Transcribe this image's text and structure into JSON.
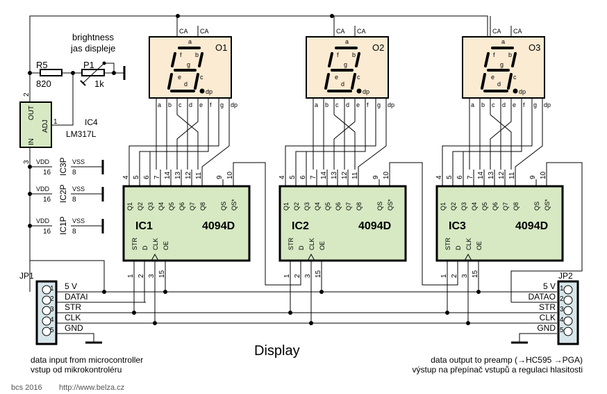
{
  "title": "Display",
  "colors": {
    "ic_fill": "#d6e9c3",
    "display_fill": "#fbebd2",
    "connector_fill": "#d7e6ea",
    "wire": "#000000"
  },
  "brightness": {
    "label_en": "brightness",
    "label_cz": "jas displeje"
  },
  "r5": {
    "name": "R5",
    "value": "820"
  },
  "p1": {
    "name": "P1",
    "value": "1k"
  },
  "ic4": {
    "name": "IC4",
    "part": "LM317L",
    "pins": {
      "out": "OUT",
      "adj": "ADJ",
      "in": "IN"
    },
    "pin_nums": {
      "out": "2",
      "adj": "1",
      "in": "3"
    }
  },
  "power_pins": [
    {
      "name": "IC3P",
      "vdd": "VDD",
      "vdd_pin": "16",
      "vss": "VSS",
      "vss_pin": "8"
    },
    {
      "name": "IC2P",
      "vdd": "VDD",
      "vdd_pin": "16",
      "vss": "VSS",
      "vss_pin": "8"
    },
    {
      "name": "IC1P",
      "vdd": "VDD",
      "vdd_pin": "16",
      "vss": "VSS",
      "vss_pin": "8"
    }
  ],
  "displays": [
    {
      "name": "O1",
      "ca": "CA"
    },
    {
      "name": "O2",
      "ca": "CA"
    },
    {
      "name": "O3",
      "ca": "CA"
    }
  ],
  "segment_labels": [
    "a",
    "b",
    "c",
    "d",
    "e",
    "f",
    "g",
    "dp"
  ],
  "ics": [
    {
      "name": "IC1",
      "part": "4094D"
    },
    {
      "name": "IC2",
      "part": "4094D"
    },
    {
      "name": "IC3",
      "part": "4094D"
    }
  ],
  "ic_top_pins": [
    "4",
    "5",
    "6",
    "7",
    "14",
    "13",
    "12",
    "11",
    "9",
    "10"
  ],
  "ic_top_labels": [
    "Q1",
    "Q2",
    "Q3",
    "Q4",
    "Q5",
    "Q6",
    "Q7",
    "Q8",
    "QS",
    "QS*"
  ],
  "ic_bottom_pins": [
    "1",
    "2",
    "3",
    "15"
  ],
  "ic_bottom_labels": [
    "STR",
    "D",
    "CLK",
    "OE"
  ],
  "jp1": {
    "name": "JP1",
    "pins": [
      "1",
      "2",
      "3",
      "4",
      "5"
    ],
    "signals": [
      "5 V",
      "DATAI",
      "STR",
      "CLK",
      "GND"
    ]
  },
  "jp2": {
    "name": "JP2",
    "pins": [
      "1",
      "2",
      "3",
      "4",
      "5"
    ],
    "signals": [
      "5 V",
      "DATAO",
      "STR",
      "CLK",
      "GND"
    ]
  },
  "notes": {
    "input_en": "data input from microcontroller",
    "input_cz": "vstup od mikrokontroléru",
    "output_en": "data output to preamp (→HC595 →PGA)",
    "output_cz": "výstup na přepínač vstupů a regulaci hlasitosti"
  },
  "footer": {
    "author": "bcs 2016",
    "url": "http://www.belza.cz"
  }
}
